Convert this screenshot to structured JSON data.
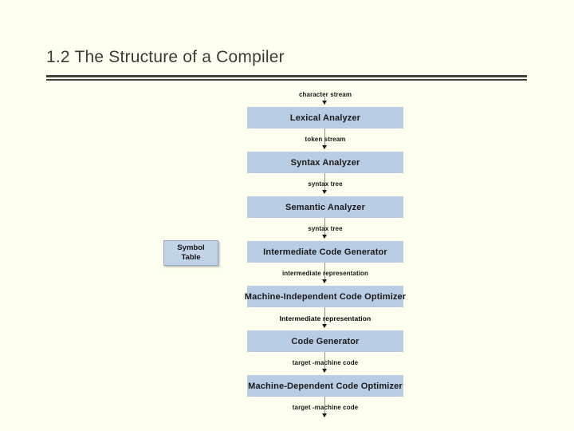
{
  "slide": {
    "title": "1.2 The Structure of a Compiler",
    "background_color": "#fffff0",
    "rule_color": "#45403a",
    "box_fill_color": "#b8cce4",
    "symbol_table_fill_color": "#c2d3e8"
  },
  "diagram": {
    "name": "compiler-phases-flow",
    "top_label": "character stream",
    "bottom_label": "target -machine code",
    "side_box": {
      "line1": "Symbol",
      "line2": "Table"
    },
    "stages": [
      {
        "name": "lexical-analyzer",
        "label": "Lexical Analyzer",
        "output_label": "token stream"
      },
      {
        "name": "syntax-analyzer",
        "label": "Syntax Analyzer",
        "output_label": "syntax tree"
      },
      {
        "name": "semantic-analyzer",
        "label": "Semantic Analyzer",
        "output_label": "syntax tree"
      },
      {
        "name": "intermediate-code-generator",
        "label": "Intermediate Code Generator",
        "output_label": "intermediate representation"
      },
      {
        "name": "machine-independent-code-optimizer",
        "label": "Machine-Independent Code Optimizer",
        "output_label": "Intermediate representation"
      },
      {
        "name": "code-generator",
        "label": "Code Generator",
        "output_label": "target -machine code"
      },
      {
        "name": "machine-dependent-code-optimizer",
        "label": "Machine-Dependent Code Optimizer",
        "output_label": "target -machine code"
      }
    ]
  }
}
